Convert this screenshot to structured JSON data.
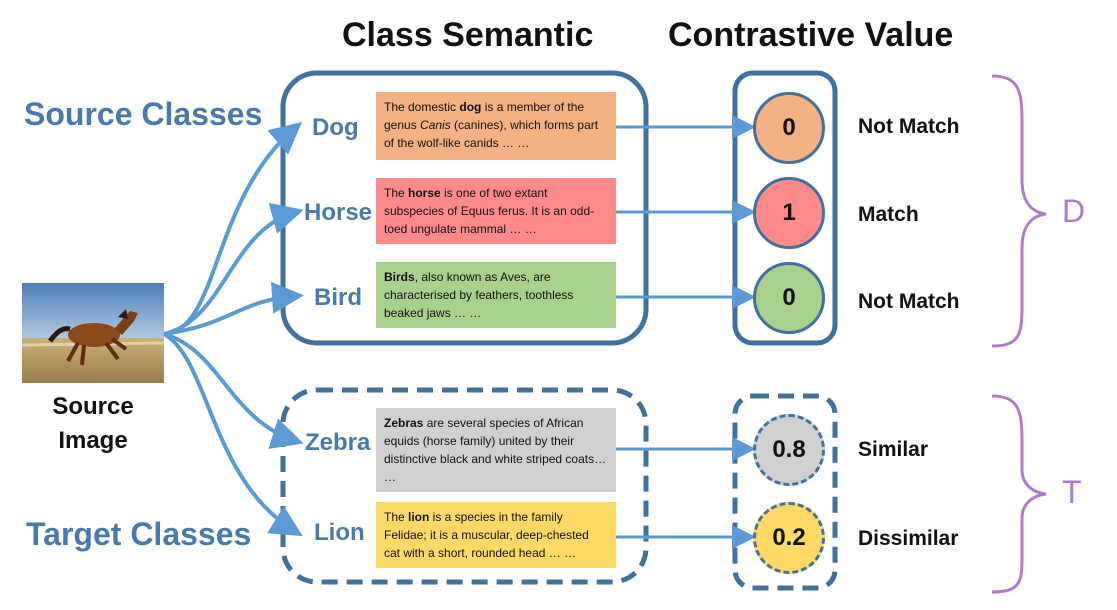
{
  "headers": {
    "class_semantic": "Class Semantic",
    "contrastive_value": "Contrastive Value"
  },
  "groups": {
    "source": "Source Classes",
    "target": "Target Classes"
  },
  "source_image": {
    "line1": "Source",
    "line2": "Image"
  },
  "classes": [
    {
      "name": "Dog",
      "pre": "The domestic ",
      "bold": "dog",
      "mid": " is a member of the genus ",
      "italic": "Canis",
      "post": " (canines), which forms part of the wolf-like canids … …",
      "color": "#f4b183",
      "value": "0",
      "verdict": "Not Match"
    },
    {
      "name": "Horse",
      "pre": "The ",
      "bold": "horse",
      "mid": " is one of two extant subspecies of Equus ferus. It is an odd-toed ungulate mammal … …",
      "italic": "",
      "post": "",
      "color": "#ff8a8a",
      "value": "1",
      "verdict": "Match"
    },
    {
      "name": "Bird",
      "pre": "",
      "bold": "Birds",
      "mid": ", also known as Aves, are characterised by feathers, toothless beaked jaws … …",
      "italic": "",
      "post": "",
      "color": "#a9d18e",
      "value": "0",
      "verdict": "Not Match"
    },
    {
      "name": "Zebra",
      "pre": "",
      "bold": "Zebras",
      "mid": " are several species of African equids (horse family) united by their distinctive black and white striped coats… …",
      "italic": "",
      "post": "",
      "color": "#d0d0d0",
      "value": "0.8",
      "verdict": "Similar"
    },
    {
      "name": "Lion",
      "pre": "The ",
      "bold": "lion",
      "mid": "  is a species in the family Felidae; it is a muscular, deep-chested cat with a short, rounded head … …",
      "italic": "",
      "post": "",
      "color": "#ffd966",
      "value": "0.2",
      "verdict": "Dissimilar"
    }
  ],
  "braces": {
    "source_letter": "D",
    "target_letter": "T"
  },
  "colors": {
    "arrow": "#5b9bd5",
    "box_border": "#41719c",
    "brace": "#b07cc6"
  }
}
